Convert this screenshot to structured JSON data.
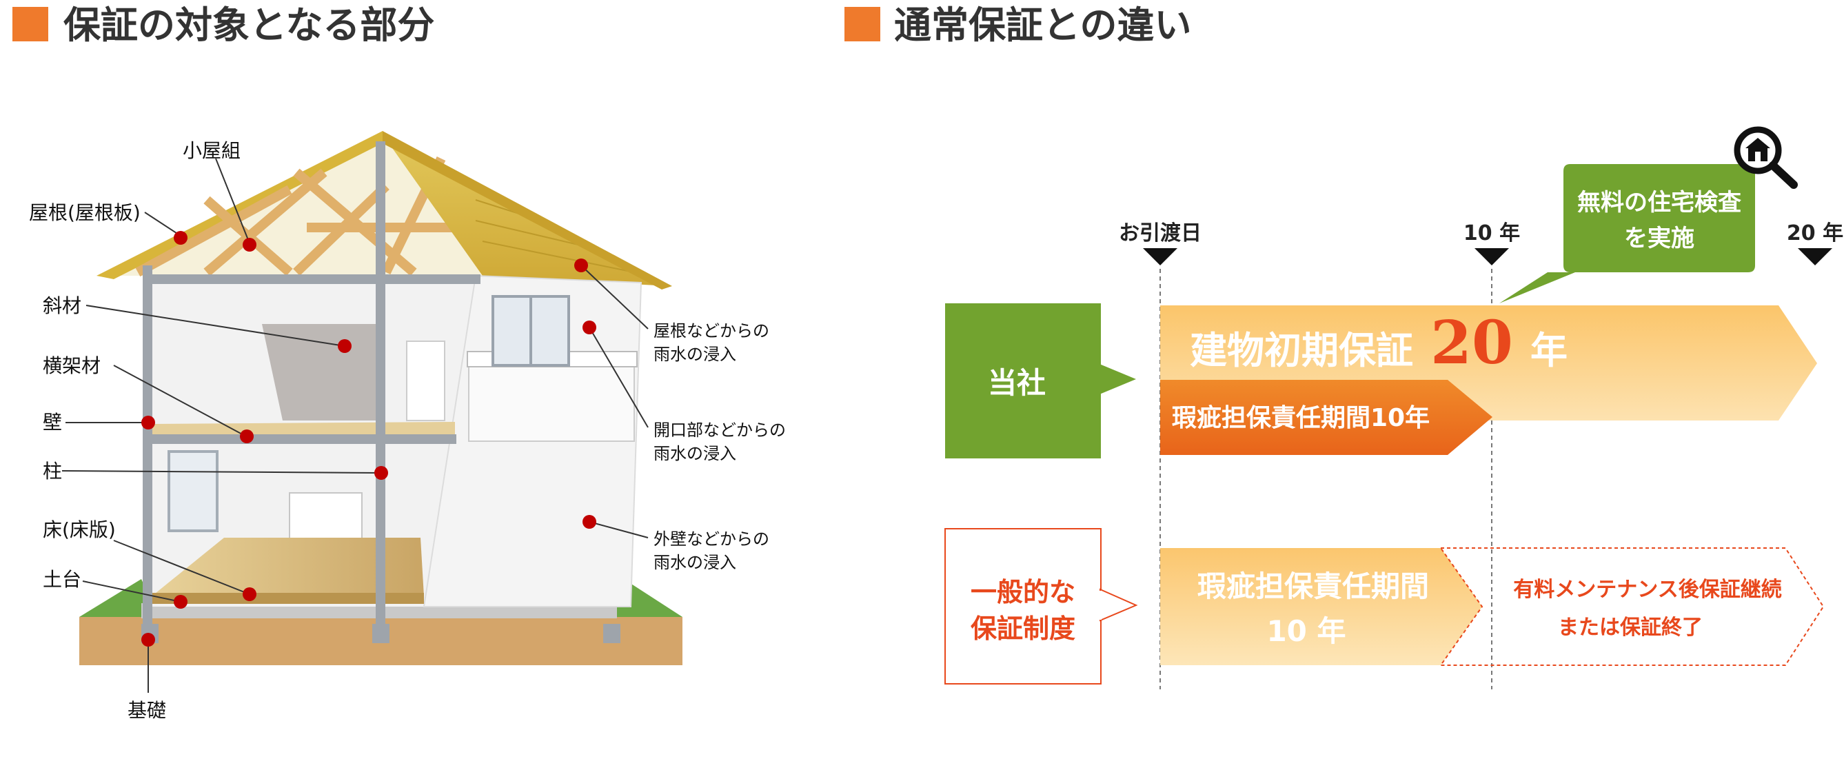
{
  "left": {
    "heading": "保証の対象となる部分",
    "labels": {
      "koyagumi": "小屋組",
      "yane": "屋根(屋根板)",
      "shazai": "斜材",
      "yokokazai": "横架材",
      "kabe": "壁",
      "hashira": "柱",
      "yuka": "床(床版)",
      "dodai": "土台",
      "kiso": "基礎",
      "roof_leak_1": "屋根などからの",
      "roof_leak_2": "雨水の浸入",
      "opening_leak_1": "開口部などからの",
      "opening_leak_2": "雨水の浸入",
      "wall_leak_1": "外壁などからの",
      "wall_leak_2": "雨水の浸入"
    }
  },
  "right": {
    "heading": "通常保証との違い",
    "timeline": {
      "handover": "お引渡日",
      "year10": "10 年",
      "year20": "20 年"
    },
    "inspection": {
      "line1": "無料の住宅検査",
      "line2": "を実施",
      "icon": "house-magnifier-icon"
    },
    "ours": {
      "label": "当社",
      "main_prefix": "建物初期保証",
      "main_number": "20",
      "main_suffix": "年",
      "sub": "瑕疵担保責任期間10年"
    },
    "general": {
      "label_1": "一般的な",
      "label_2": "保証制度",
      "period_1": "瑕疵担保責任期間",
      "period_2": "10 年",
      "after_1": "有料メンテナンス後保証継続",
      "after_2": "または保証終了"
    }
  },
  "colors": {
    "heading_square": "#ef7a2c",
    "green": "#72a32f",
    "orange_dark": "#ec7a23",
    "orange_light": "#fad58f",
    "red_text": "#e8481c",
    "marker": "#c00000",
    "roof": "#d8b53a",
    "ground": "#d4a56a",
    "grass": "#6aa845"
  }
}
